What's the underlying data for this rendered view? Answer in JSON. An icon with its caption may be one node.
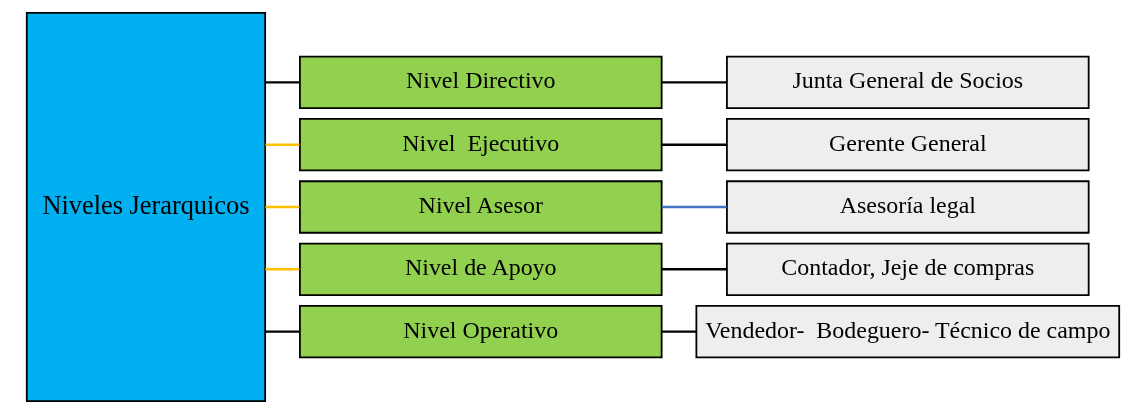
{
  "diagram": {
    "nodes": [
      {
        "text": [
          "Niveles Jerarquicos"
        ]
      },
      {
        "text": [
          "Nivel Directivo"
        ]
      },
      {
        "text": [
          "Nivel  Ejecutivo"
        ]
      },
      {
        "text": [
          "Nivel Asesor"
        ]
      },
      {
        "text": [
          "Nivel de Apoyo"
        ]
      },
      {
        "text": [
          "Nivel Operativo"
        ]
      },
      {
        "text": [
          "Junta General de Socios"
        ]
      },
      {
        "text": [
          "Gerente General"
        ]
      },
      {
        "text": [
          "Asesoría legal"
        ]
      },
      {
        "text": [
          "Contador, Jeje de compras"
        ]
      },
      {
        "text": [
          "Vendedor-  Bodeguero- Técnico de campo"
        ]
      }
    ],
    "edges": [
      {
        "from": 0,
        "to": 1,
        "arrow": "none"
      },
      {
        "from": 0,
        "to": 2,
        "arrow": "none",
        "color": "#ffc000"
      },
      {
        "from": 0,
        "to": 3,
        "arrow": "none",
        "color": "#ffc000"
      },
      {
        "from": 0,
        "to": 4,
        "arrow": "none",
        "color": "#ffc000"
      },
      {
        "from": 0,
        "to": 5,
        "arrow": "none"
      },
      {
        "from": 1,
        "to": 6,
        "arrow": "none"
      },
      {
        "from": 2,
        "to": 7,
        "arrow": "none"
      },
      {
        "from": 3,
        "to": 8,
        "arrow": "none",
        "color": "#4472c4"
      },
      {
        "from": 4,
        "to": 9,
        "arrow": "none"
      },
      {
        "from": 5,
        "to": 10,
        "arrow": "none"
      }
    ]
  }
}
